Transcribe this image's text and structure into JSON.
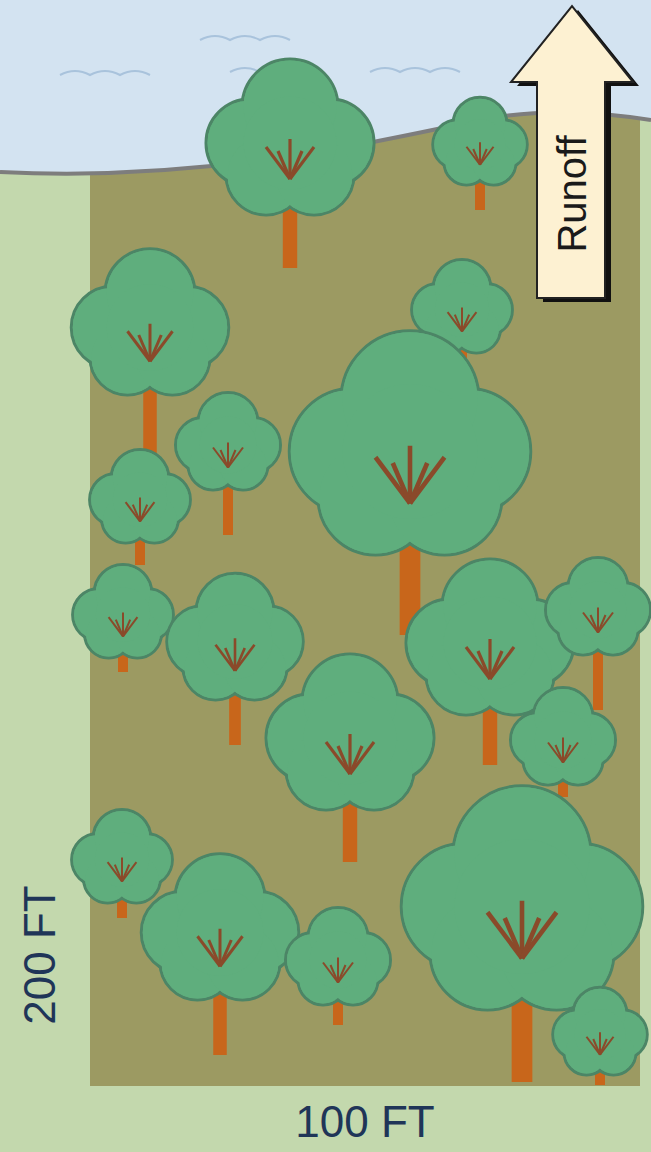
{
  "diagram": {
    "nodes": [
      {
        "text": [
          "Runoff"
        ]
      }
    ],
    "labels": [
      "200 FT",
      "100 FT"
    ]
  }
}
